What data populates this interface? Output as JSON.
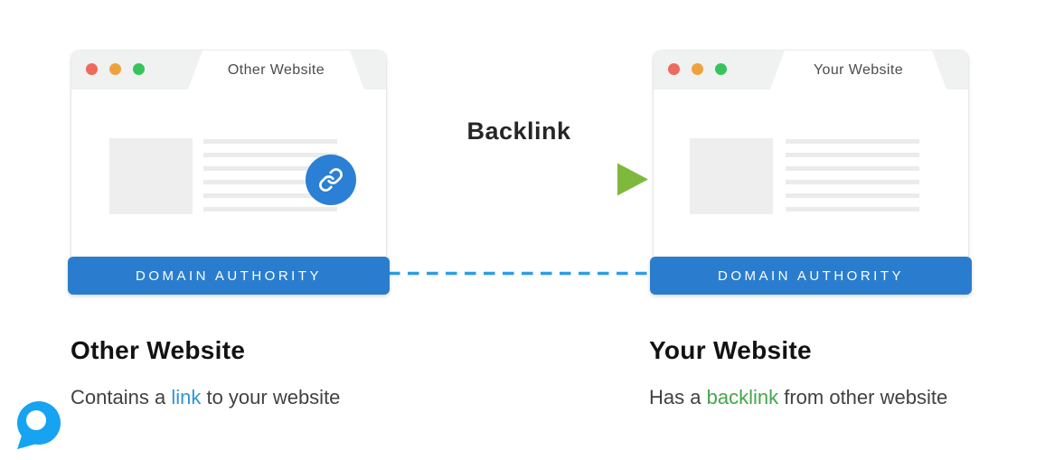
{
  "diagram": {
    "windows": {
      "left": {
        "tab_label": "Other Website",
        "bar_label": "DOMAIN AUTHORITY"
      },
      "right": {
        "tab_label": "Your Website",
        "bar_label": "DOMAIN AUTHORITY"
      }
    },
    "arrow": {
      "label": "Backlink"
    },
    "captions": {
      "left": {
        "title": "Other Website",
        "before": "Contains a",
        "highlight": "link",
        "after": "to your website"
      },
      "right": {
        "title": "Your Website",
        "before": "Has a",
        "highlight": "backlink",
        "after": "from other website"
      }
    }
  },
  "icons": {
    "link_button": "chain-link-icon",
    "window_controls": [
      "red-dot",
      "yellow-dot",
      "green-dot"
    ],
    "brand": "speech-bubble-p-logo"
  },
  "colors": {
    "domain_authority_bar": "#2a7dce",
    "link_circle": "#2b7fd4",
    "link_text": "#3095d2",
    "backlink_text": "#43a64a",
    "arrow_gradient_start": "#1a74e8",
    "arrow_gradient_mid": "#3ba3b5",
    "arrow_gradient_end": "#82ba3e",
    "dashed_connector": "#2d9ce6",
    "logo_blue": "#16a3f2",
    "dot_red": "#ed6a5e",
    "dot_yellow": "#eda33d",
    "dot_green": "#38c45c",
    "header_gray": "#f0f1f1"
  }
}
